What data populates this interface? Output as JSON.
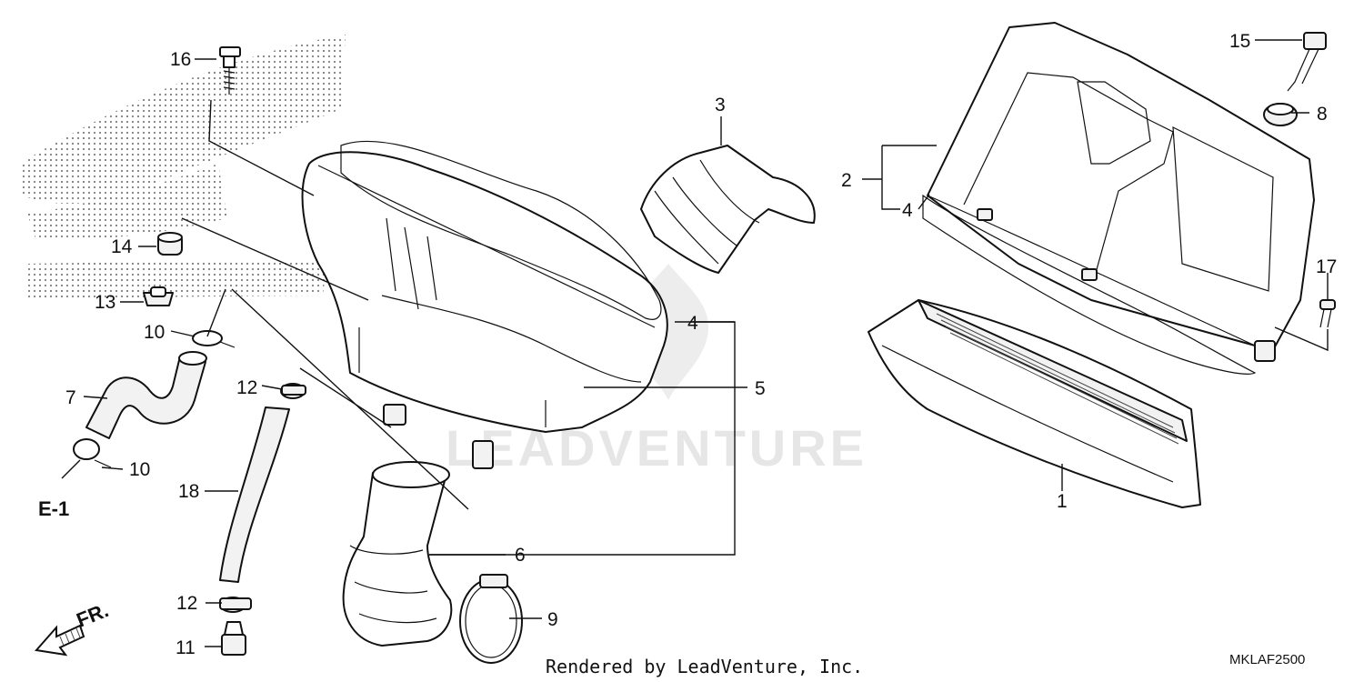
{
  "callouts": {
    "c1": "1",
    "c2": "2",
    "c3": "3",
    "c4a": "4",
    "c4b": "4",
    "c5": "5",
    "c6": "6",
    "c7": "7",
    "c8": "8",
    "c9": "9",
    "c10a": "10",
    "c10b": "10",
    "c11": "11",
    "c12a": "12",
    "c12b": "12",
    "c13": "13",
    "c14": "14",
    "c15": "15",
    "c16": "16",
    "c17": "17",
    "c18": "18"
  },
  "reference": "E-1",
  "direction": "FR.",
  "watermark": "LEADVENTURE",
  "rendered_by": "Rendered by LeadVenture, Inc.",
  "diagram_code": "MKLAF2500"
}
